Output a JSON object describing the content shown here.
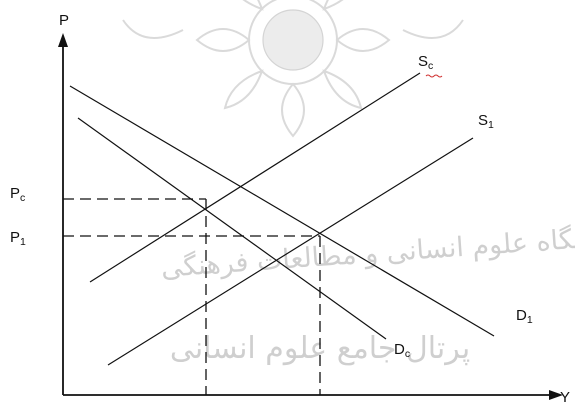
{
  "axes": {
    "y_axis_label": "P",
    "x_axis_label": "Y"
  },
  "curves": {
    "supply_c": {
      "main": "S",
      "sub": "c"
    },
    "supply_1": {
      "main": "S",
      "sub": "1"
    },
    "demand_1": {
      "main": "D",
      "sub": "1"
    },
    "demand_c": {
      "main": "D",
      "sub": "c"
    }
  },
  "price_levels": {
    "p_c": {
      "main": "P",
      "sub": "c"
    },
    "p_1": {
      "main": "P",
      "sub": "1"
    }
  },
  "watermark": {
    "line1": "پژوهشگاه علوم انسانی و مطالعات فرهنگی",
    "line2": "پرتال جامع علوم انسانی"
  }
}
